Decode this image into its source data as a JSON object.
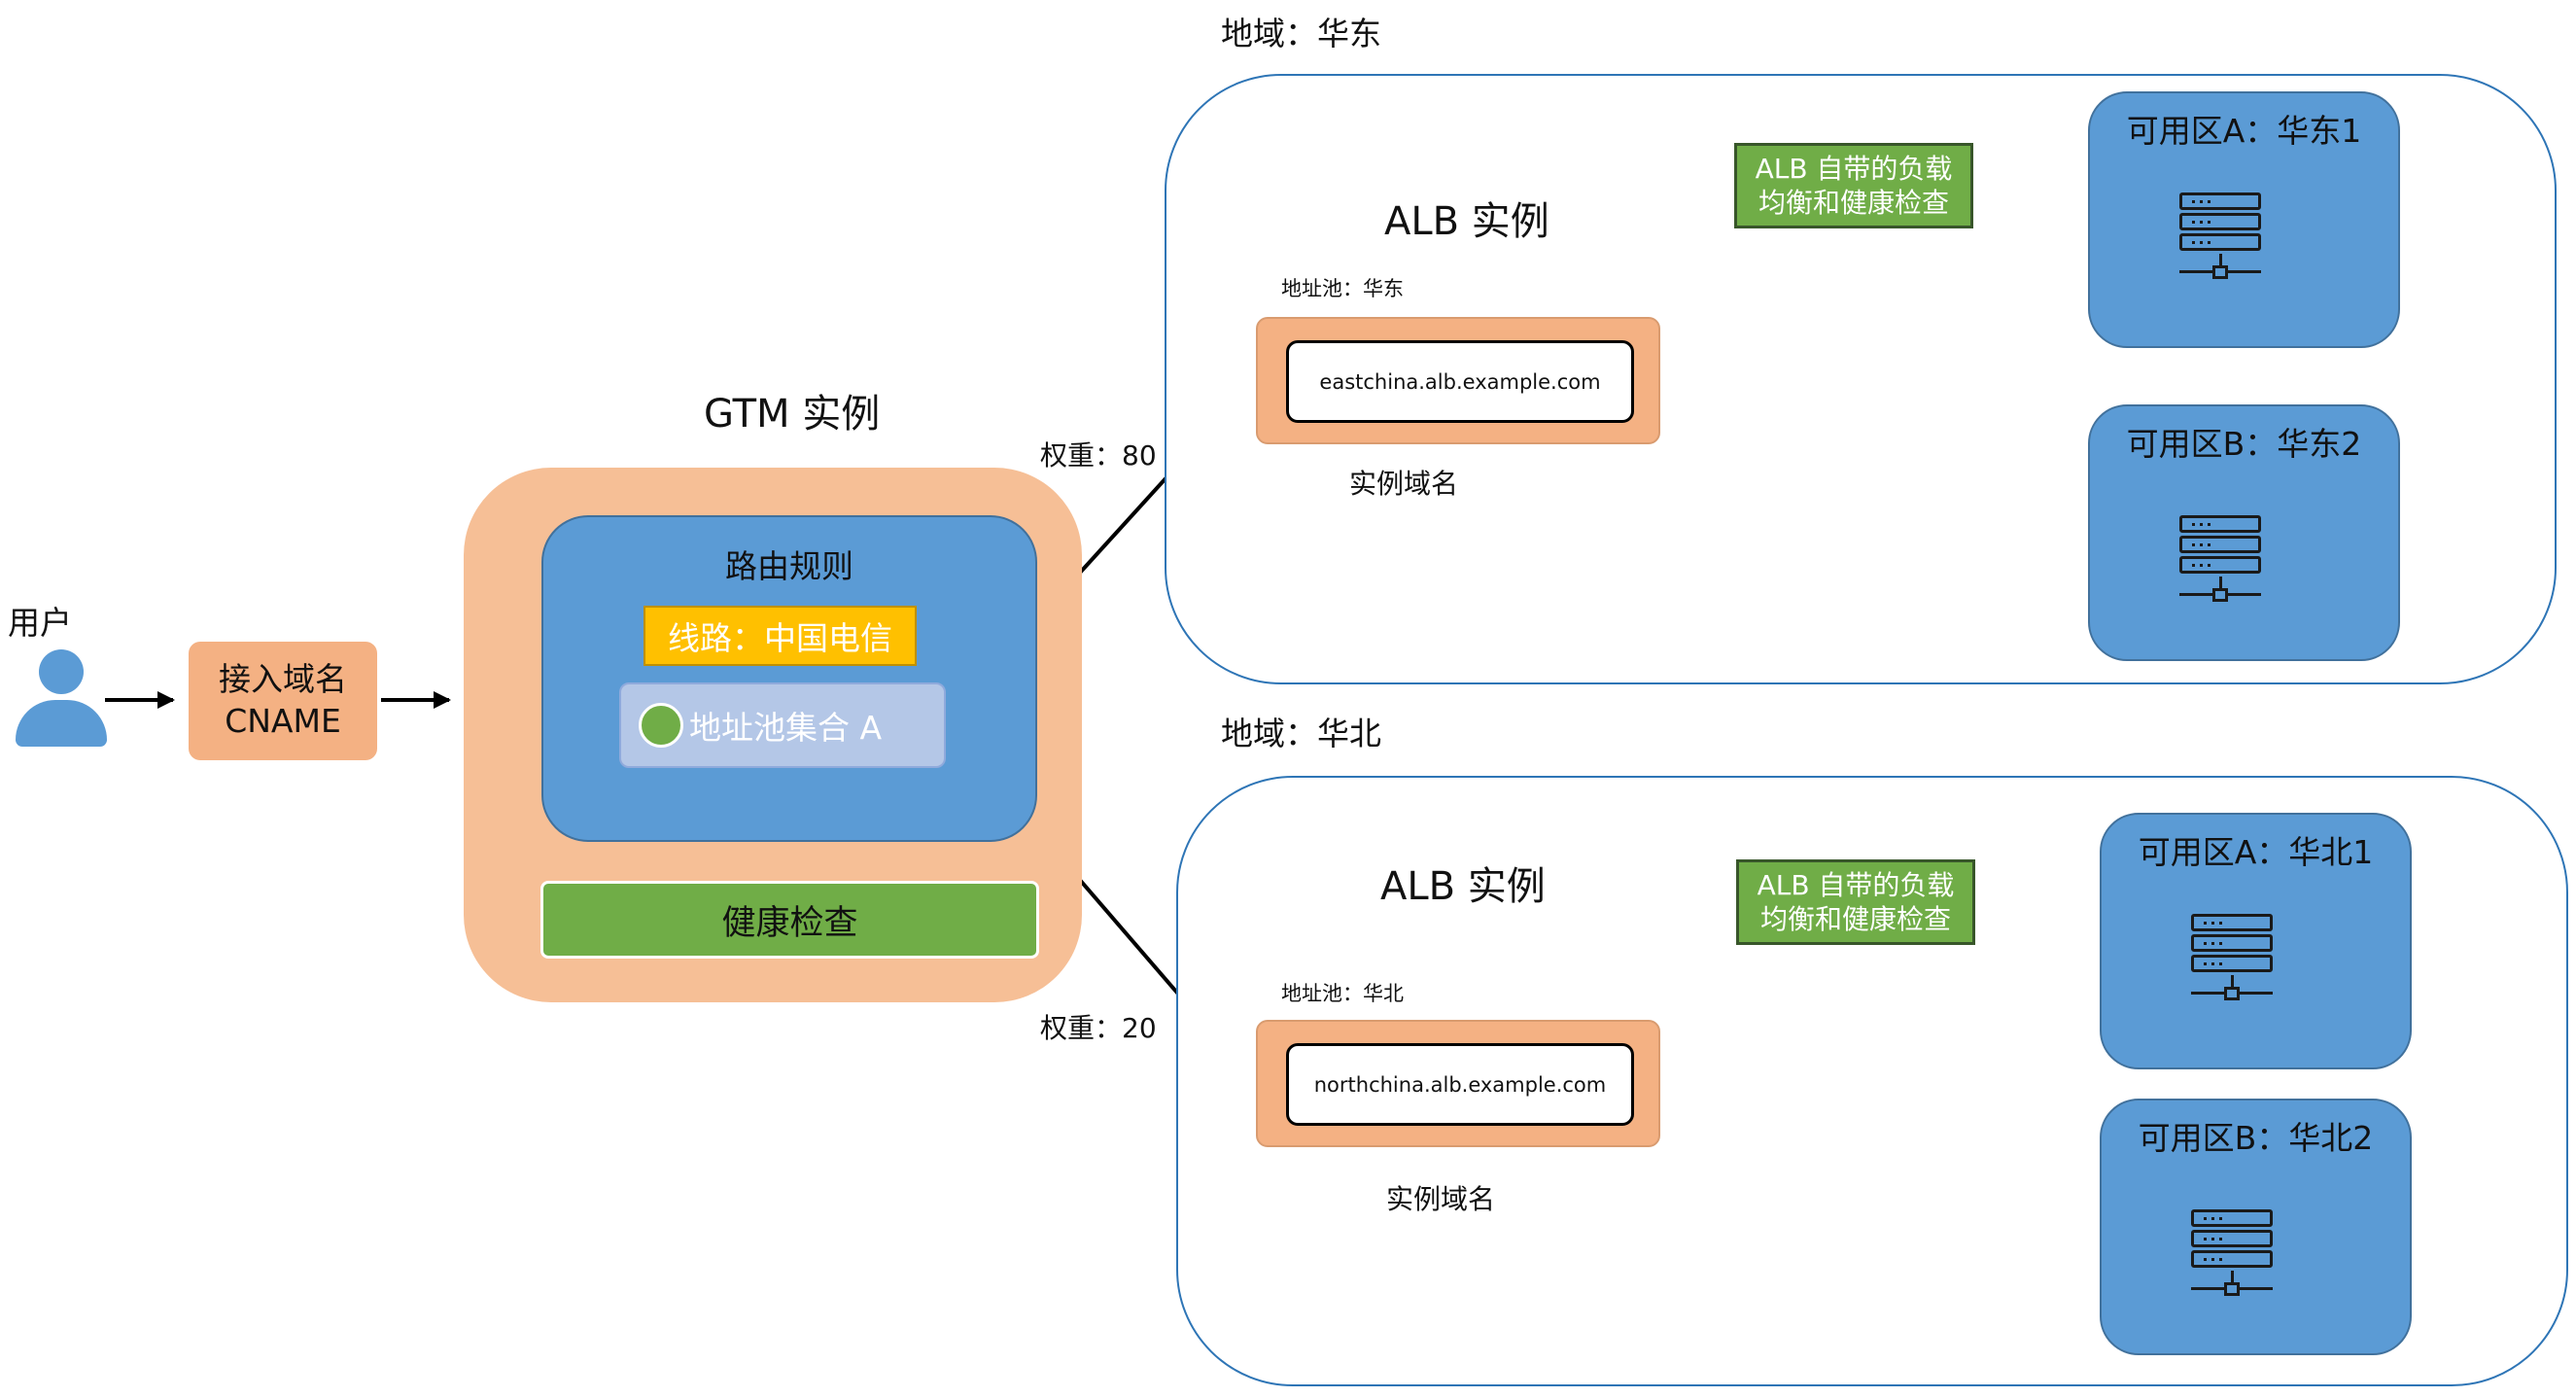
{
  "user": {
    "label": "用户"
  },
  "access": {
    "line1": "接入域名",
    "line2": "CNAME"
  },
  "gtm": {
    "title": "GTM 实例",
    "routing_title": "路由规则",
    "line_rule": "线路：中国电信",
    "pool_set": "地址池集合 A",
    "health_check": "健康检查"
  },
  "weights": {
    "east": "权重：80",
    "north": "权重：20"
  },
  "regions": [
    {
      "title": "地域：华东",
      "alb_title": "ALB 实例",
      "pool_label": "地址池：华东",
      "domain": "eastchina.alb.example.com",
      "domain_caption": "实例域名",
      "lb_note_line1": "ALB 自带的负载",
      "lb_note_line2": "均衡和健康检查",
      "zones": [
        "可用区A：华东1",
        "可用区B：华东2"
      ]
    },
    {
      "title": "地域：华北",
      "alb_title": "ALB 实例",
      "pool_label": "地址池：华北",
      "domain": "northchina.alb.example.com",
      "domain_caption": "实例域名",
      "lb_note_line1": "ALB 自带的负载",
      "lb_note_line2": "均衡和健康检查",
      "zones": [
        "可用区A：华北1",
        "可用区B：华北2"
      ]
    }
  ],
  "colors": {
    "gtm_peach": "#f6bf96",
    "alb_orange": "#f4b183",
    "blue": "#5b9bd5",
    "green": "#70ad47",
    "yellow": "#ffc000",
    "pool_lavender": "#b4c7e7",
    "region_border": "#2e75b6",
    "gray_arrow": "#a6a6a6"
  }
}
